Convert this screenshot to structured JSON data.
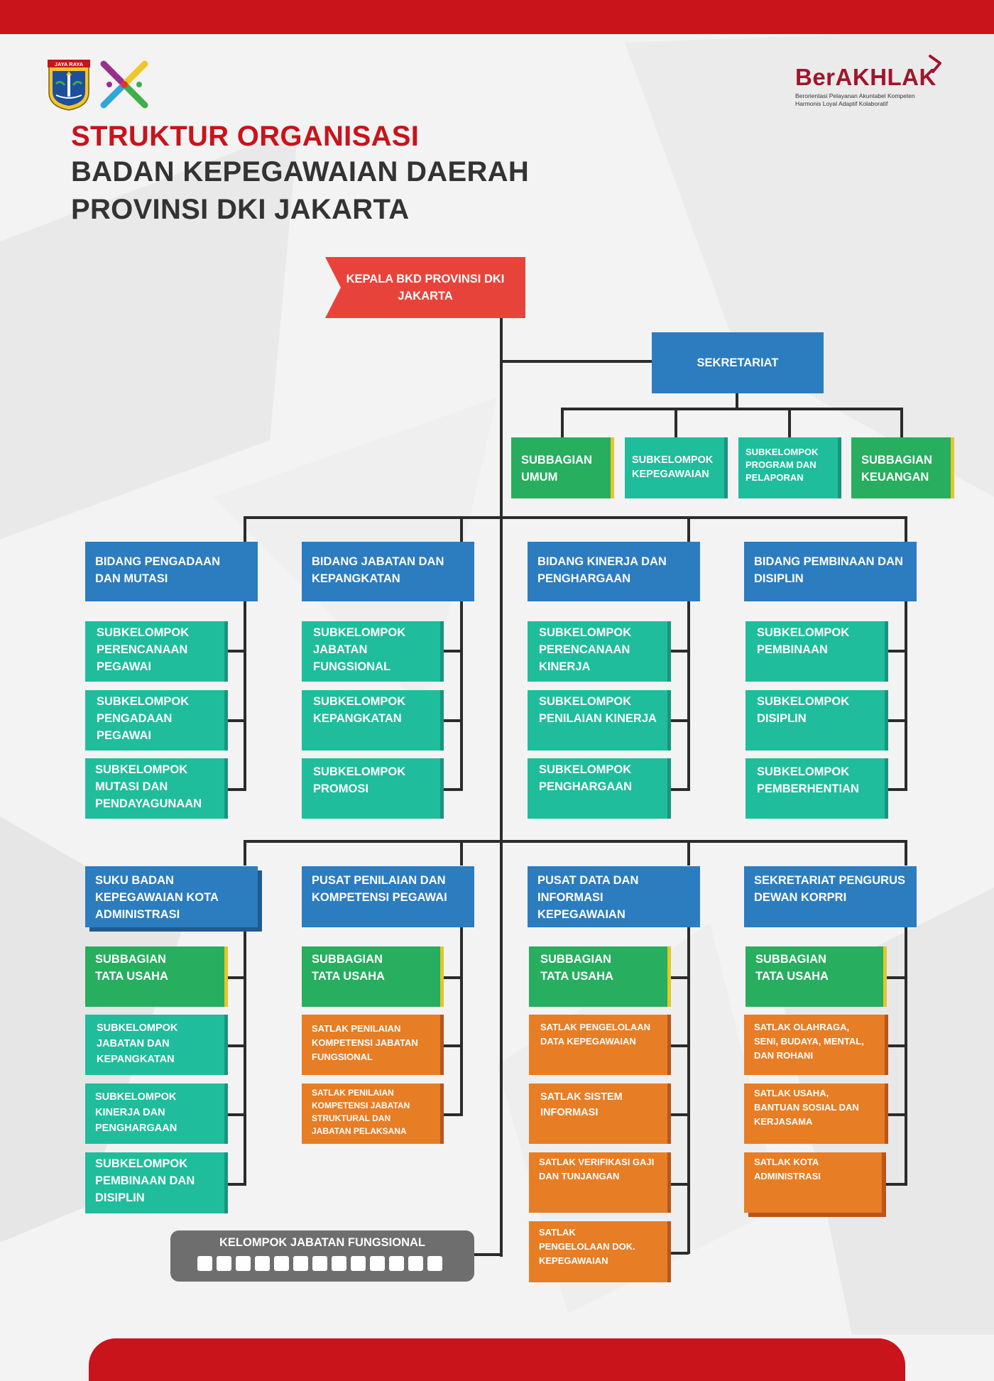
{
  "header": {
    "title_line1": "STRUKTUR ORGANISASI",
    "title_line2": "BADAN KEPEGAWAIAN DAERAH",
    "title_line3": "PROVINSI DKI JAKARTA",
    "crest_text": "JAYA RAYA"
  },
  "brand": {
    "name": "BerAKHLAK",
    "tagline_line1": "Berorientasi Pelayanan Akuntabel Kompeten",
    "tagline_line2": "Harmonis Loyal Adaptif Kolaboratif"
  },
  "head": {
    "label": "KEPALA BKD PROVINSI DKI JAKARTA"
  },
  "sekretariat": {
    "label": "SEKRETARIAT",
    "units": [
      "SUBBAGIAN UMUM",
      "SUBKELOMPOK KEPEGAWAIAN",
      "SUBKELOMPOK PROGRAM DAN PELAPORAN",
      "SUBBAGIAN KEUANGAN"
    ]
  },
  "bidang": [
    {
      "label": "BIDANG PENGADAAN DAN MUTASI",
      "units": [
        "SUBKELOMPOK PERENCANAAN PEGAWAI",
        "SUBKELOMPOK PENGADAAN PEGAWAI",
        "SUBKELOMPOK MUTASI DAN PENDAYAGUNAAN"
      ]
    },
    {
      "label": "BIDANG JABATAN DAN KEPANGKATAN",
      "units": [
        "SUBKELOMPOK JABATAN FUNGSIONAL",
        "SUBKELOMPOK KEPANGKATAN",
        "SUBKELOMPOK PROMOSI"
      ]
    },
    {
      "label": "BIDANG KINERJA DAN PENGHARGAAN",
      "units": [
        "SUBKELOMPOK PERENCANAAN KINERJA",
        "SUBKELOMPOK PENILAIAN KINERJA",
        "SUBKELOMPOK PENGHARGAAN"
      ]
    },
    {
      "label": "BIDANG PEMBINAAN DAN DISIPLIN",
      "units": [
        "SUBKELOMPOK PEMBINAAN",
        "SUBKELOMPOK DISIPLIN",
        "SUBKELOMPOK PEMBERHENTIAN"
      ]
    }
  ],
  "lower": [
    {
      "label": "SUKU BADAN KEPEGAWAIAN KOTA ADMINISTRASI",
      "units": [
        "SUBBAGIAN TATA USAHA",
        "SUBKELOMPOK JABATAN DAN KEPANGKATAN",
        "SUBKELOMPOK KINERJA DAN PENGHARGAAN",
        "SUBKELOMPOK PEMBINAAN DAN DISIPLIN"
      ]
    },
    {
      "label": "PUSAT PENILAIAN DAN KOMPETENSI PEGAWAI",
      "units": [
        "SUBBAGIAN TATA USAHA",
        "SATLAK PENILAIAN KOMPETENSI JABATAN FUNGSIONAL",
        "SATLAK PENILAIAN KOMPETENSI JABATAN STRUKTURAL DAN JABATAN PELAKSANA"
      ]
    },
    {
      "label": "PUSAT DATA DAN INFORMASI KEPEGAWAIAN",
      "units": [
        "SUBBAGIAN TATA USAHA",
        "SATLAK PENGELOLAAN DATA KEPEGAWAIAN",
        "SATLAK SISTEM INFORMASI",
        "SATLAK VERIFIKASI GAJI DAN TUNJANGAN",
        "SATLAK PENGELOLAAN DOK. KEPEGAWAIAN"
      ]
    },
    {
      "label": "SEKRETARIAT PENGURUS DEWAN KORPRI",
      "units": [
        "SUBBAGIAN TATA USAHA",
        "SATLAK OLAHRAGA, SENI, BUDAYA, MENTAL, DAN ROHANI",
        "SATLAK USAHA, BANTUAN SOSIAL DAN KERJASAMA",
        "SATLAK KOTA ADMINISTRASI"
      ]
    }
  ],
  "kelompok": {
    "label": "KELOMPOK JABATAN FUNGSIONAL"
  }
}
